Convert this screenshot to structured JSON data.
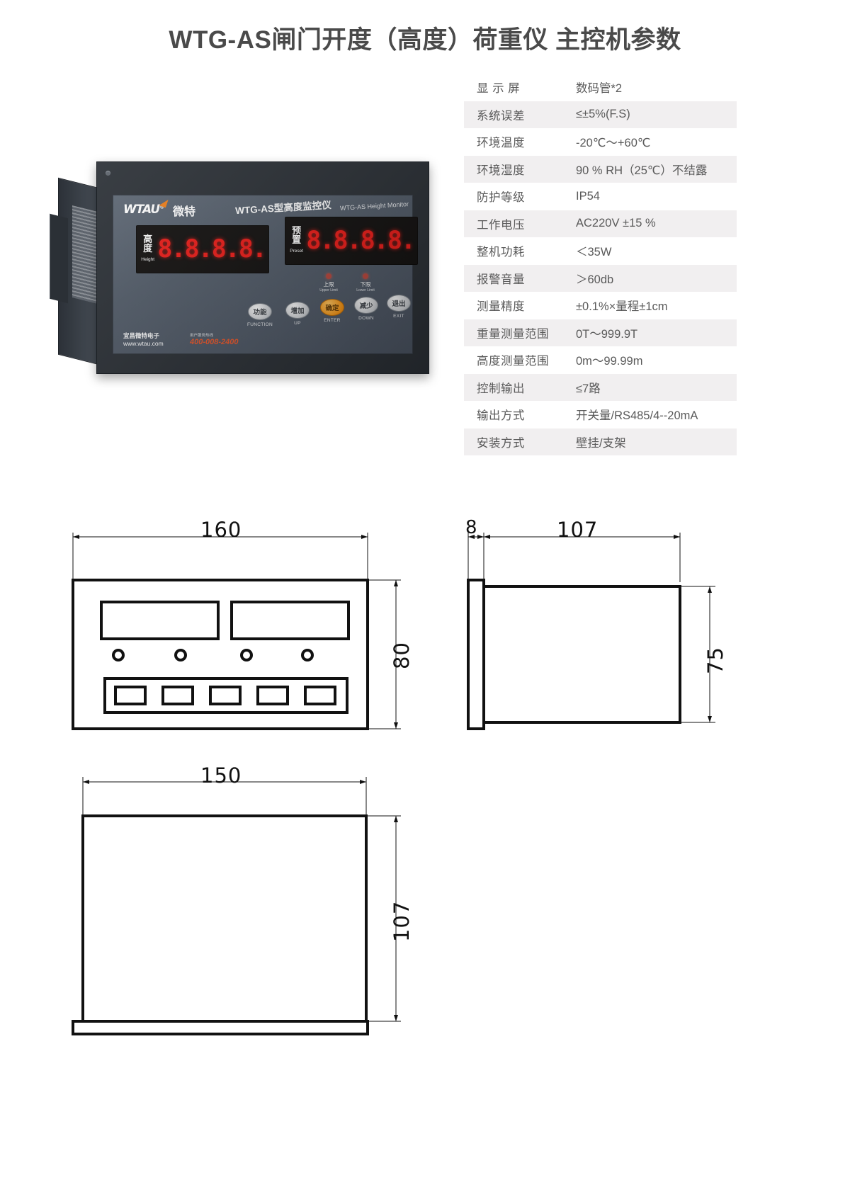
{
  "page": {
    "title": "WTG-AS闸门开度（高度）荷重仪  主控机参数",
    "accent_orange": "#ef7f1a",
    "led_red": "#ec1c18",
    "row_stripe": "#f1eff0"
  },
  "spec_table": {
    "rows": [
      {
        "key": "显 示 屏",
        "value": "数码管*2"
      },
      {
        "key": "系统误差",
        "value": "≤±5%(F.S)"
      },
      {
        "key": "环境温度",
        "value": "-20℃～+60℃"
      },
      {
        "key": "环境湿度",
        "value": "90 % RH（25℃）不结露"
      },
      {
        "key": "防护等级",
        "value": "IP54"
      },
      {
        "key": "工作电压",
        "value": "AC220V ±15 %"
      },
      {
        "key": "整机功耗",
        "value": "＜35W"
      },
      {
        "key": "报警音量",
        "value": "＞60db"
      },
      {
        "key": "测量精度",
        "value": "±0.1%×量程±1cm"
      },
      {
        "key": "重量测量范围",
        "value": "0T～999.9T"
      },
      {
        "key": "高度测量范围",
        "value": "0m～99.99m"
      },
      {
        "key": "控制输出",
        "value": "≤7路"
      },
      {
        "key": "输出方式",
        "value": "开关量/RS485/4--20mA"
      },
      {
        "key": "安装方式",
        "value": "壁挂/支架"
      }
    ]
  },
  "product_photo": {
    "brand_latin": "WTAU",
    "brand_reg": "®",
    "brand_cn": "微特",
    "model_cn": "WTG-AS型高度监控仪",
    "model_en": "WTG-AS Height Monitor",
    "displays": [
      {
        "label_cn": "高度",
        "label_en": "Height",
        "digits": [
          "8.",
          "8.",
          "8.",
          "8."
        ]
      },
      {
        "label_cn": "预置",
        "label_en": "Preset",
        "digits": [
          "8.",
          "8.",
          "8.",
          "8."
        ]
      }
    ],
    "indicators": [
      {
        "label_cn": "上限",
        "label_en": "Upper Limit"
      },
      {
        "label_cn": "下限",
        "label_en": "Lower Limit"
      }
    ],
    "buttons": [
      {
        "label_cn": "功能",
        "label_en": "FUNCTION",
        "accent": false
      },
      {
        "label_cn": "增加",
        "label_en": "UP",
        "accent": false
      },
      {
        "label_cn": "确定",
        "label_en": "ENTER",
        "accent": true
      },
      {
        "label_cn": "减少",
        "label_en": "DOWN",
        "accent": false
      },
      {
        "label_cn": "退出",
        "label_en": "EXIT",
        "accent": false
      }
    ],
    "footer_company": "宜昌微特电子",
    "footer_site": "www.wtau.com",
    "hotline": "400-008-2400",
    "hotline_label": "用户服务热线"
  },
  "drawings": {
    "front_view": {
      "width_dim": "160",
      "height_dim": "80"
    },
    "side_view": {
      "flange_dim": "8",
      "depth_dim": "107",
      "height_dim": "75"
    },
    "cutout_view": {
      "width_dim": "150",
      "height_dim": "107"
    }
  }
}
